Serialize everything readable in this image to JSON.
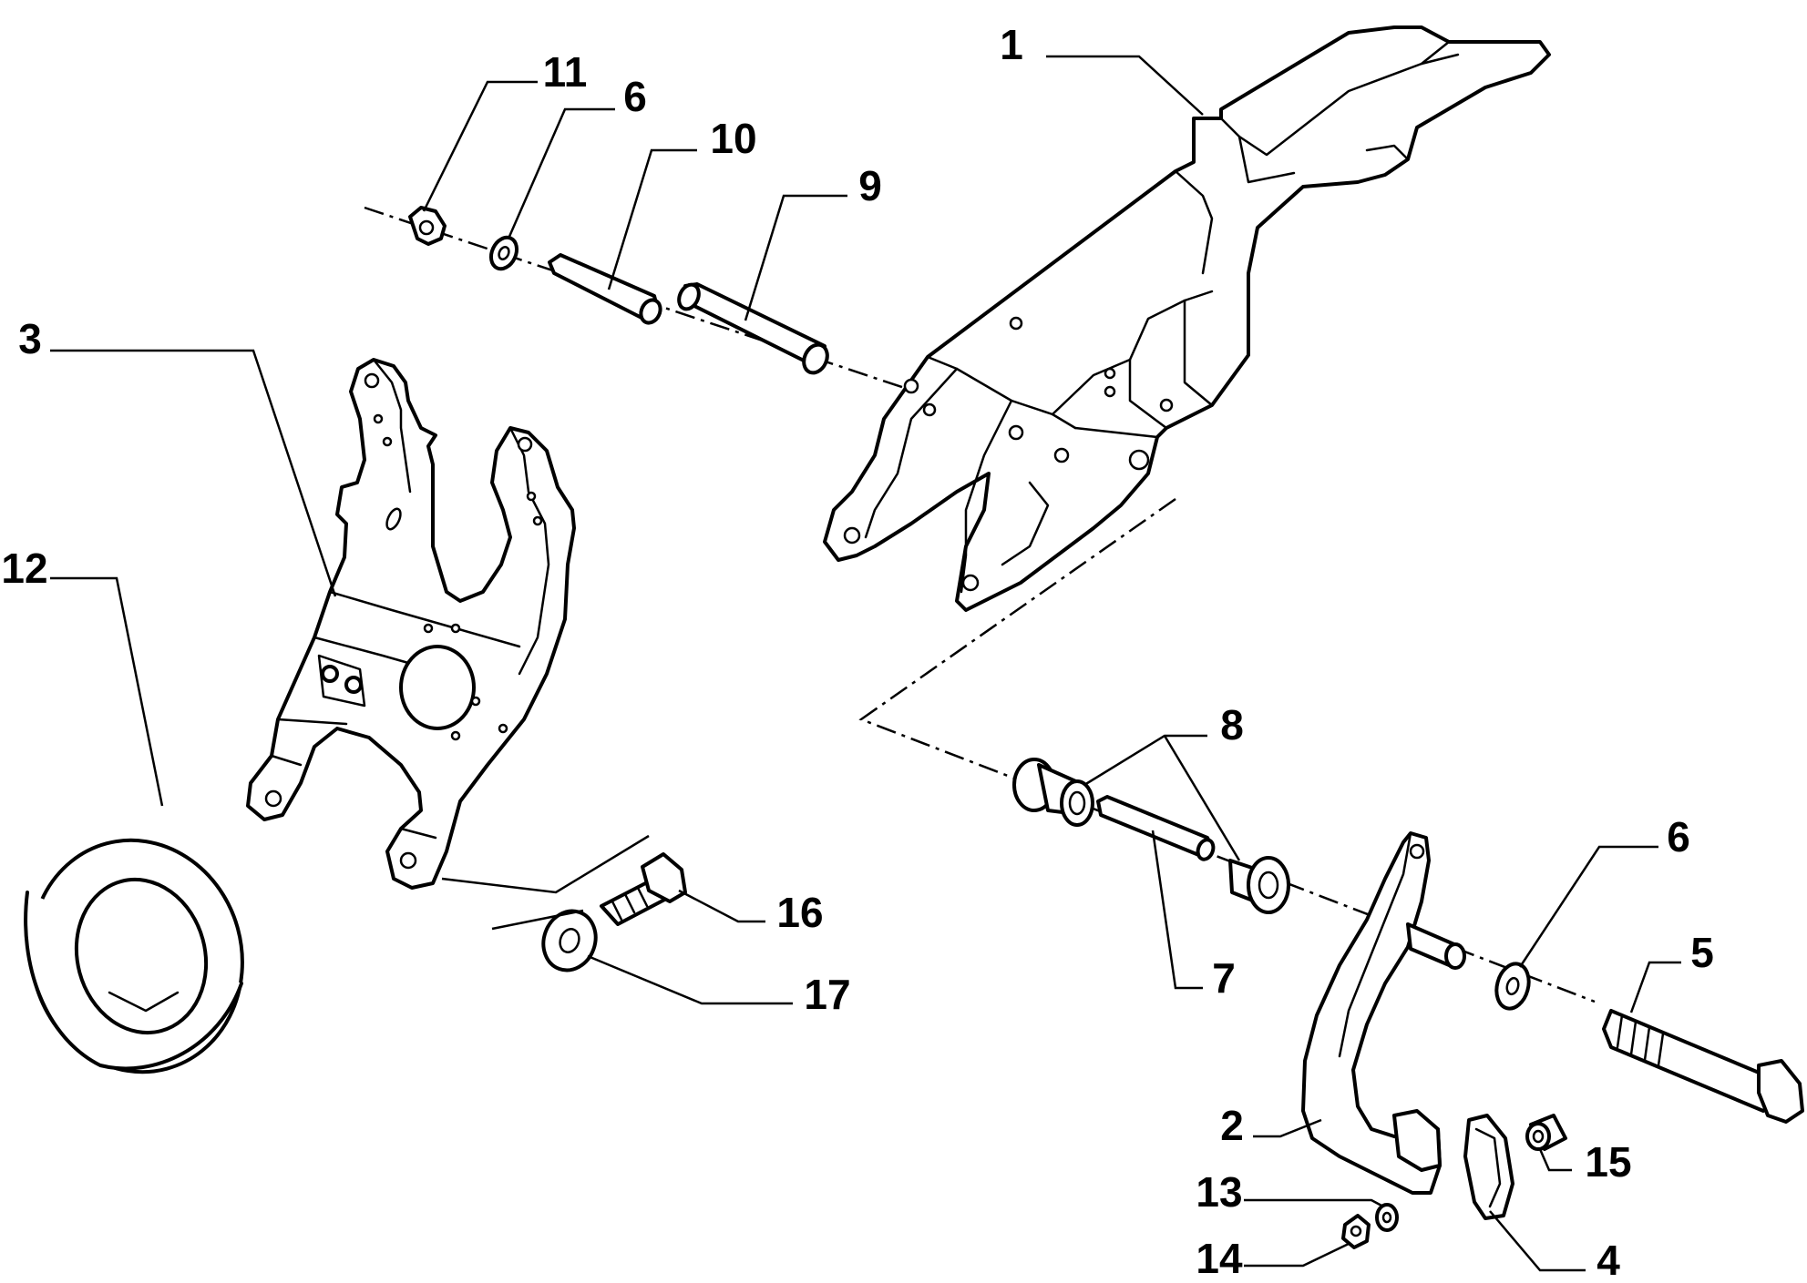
{
  "diagram": {
    "parts": [
      {
        "id": "part-1",
        "callout": "1"
      },
      {
        "id": "part-2",
        "callout": "2"
      },
      {
        "id": "part-3",
        "callout": "3"
      },
      {
        "id": "part-4",
        "callout": "4"
      },
      {
        "id": "part-5",
        "callout": "5"
      },
      {
        "id": "part-6a",
        "callout": "6"
      },
      {
        "id": "part-6b",
        "callout": "6"
      },
      {
        "id": "part-7",
        "callout": "7"
      },
      {
        "id": "part-8",
        "callout": "8"
      },
      {
        "id": "part-9",
        "callout": "9"
      },
      {
        "id": "part-10",
        "callout": "10"
      },
      {
        "id": "part-11",
        "callout": "11"
      },
      {
        "id": "part-12",
        "callout": "12"
      },
      {
        "id": "part-13",
        "callout": "13"
      },
      {
        "id": "part-14",
        "callout": "14"
      },
      {
        "id": "part-15",
        "callout": "15"
      },
      {
        "id": "part-16",
        "callout": "16"
      },
      {
        "id": "part-17",
        "callout": "17"
      }
    ]
  }
}
